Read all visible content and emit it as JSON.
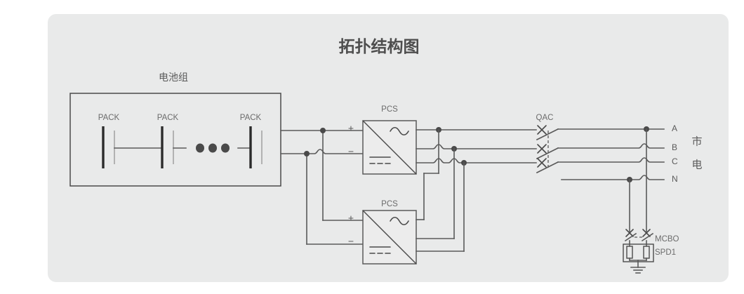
{
  "page": {
    "title": "拓扑结构图",
    "background_color": "#ffffff",
    "panel_color": "#e9eaea",
    "line_color": "#5a5a5a",
    "text_color": "#6b6b6b"
  },
  "battery_group": {
    "label": "电池组",
    "packs": [
      {
        "label": "PACK"
      },
      {
        "label": "PACK"
      },
      {
        "label": "PACK"
      }
    ],
    "ellipsis": "•••"
  },
  "converters": [
    {
      "label": "PCS",
      "dc_positive": "+",
      "dc_negative": "−",
      "ac_symbol": "~",
      "dc_symbol": "---"
    },
    {
      "label": "PCS",
      "dc_positive": "+",
      "dc_negative": "−",
      "ac_symbol": "~",
      "dc_symbol": "---"
    }
  ],
  "breaker_ac": {
    "label": "QAC",
    "poles": 3
  },
  "grid": {
    "label": "市电",
    "label_chars": [
      "市",
      "电"
    ],
    "phases": [
      {
        "name": "A"
      },
      {
        "name": "B"
      },
      {
        "name": "C"
      },
      {
        "name": "N"
      }
    ]
  },
  "protection": {
    "breaker_label": "MCBO",
    "spd_label": "SPD1"
  }
}
